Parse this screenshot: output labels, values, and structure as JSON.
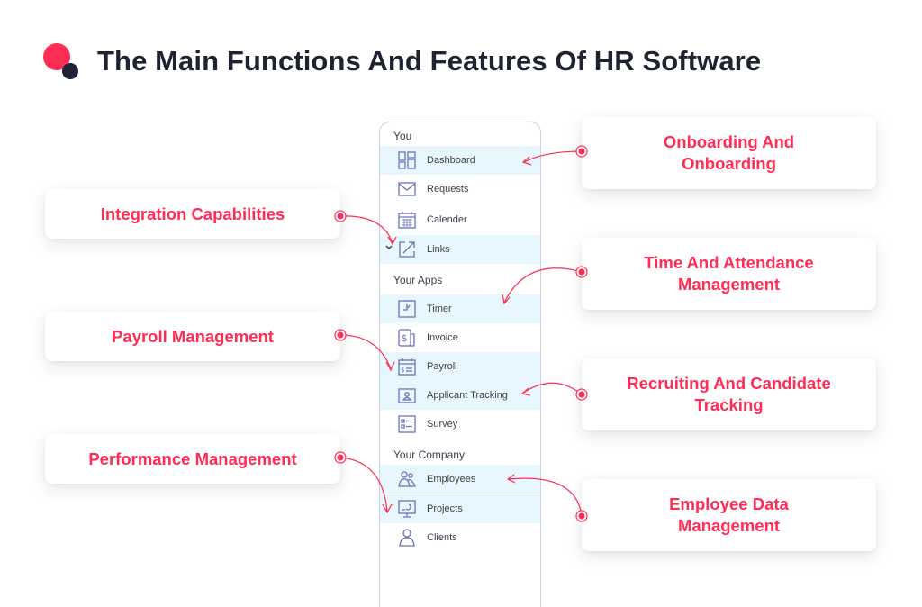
{
  "header": {
    "title": "The Main Functions And Features Of HR Software"
  },
  "colors": {
    "accent": "#ff2d55",
    "dark": "#1d2330",
    "menu_icon": "#6a72b8",
    "highlight_row": "#e8f6fd",
    "menu_border": "#c9cfe6"
  },
  "menu": {
    "sections": [
      {
        "label": "You",
        "items": [
          {
            "label": "Dashboard",
            "icon": "dashboard-grid-icon",
            "highlighted": true
          },
          {
            "label": "Requests",
            "icon": "envelope-icon",
            "highlighted": false
          },
          {
            "label": "Calender",
            "icon": "calendar-icon",
            "highlighted": false
          },
          {
            "label": "Links",
            "icon": "external-link-icon",
            "highlighted": true,
            "expand_chevron": "chevron-down-icon"
          }
        ]
      },
      {
        "label": "Your Apps",
        "items": [
          {
            "label": "Timer",
            "icon": "clock-icon",
            "highlighted": true
          },
          {
            "label": "Invoice",
            "icon": "dollar-document-icon",
            "highlighted": false
          },
          {
            "label": "Payroll",
            "icon": "payroll-calendar-icon",
            "highlighted": true
          },
          {
            "label": "Applicant Tracking",
            "icon": "applicant-card-icon",
            "highlighted": true
          },
          {
            "label": "Survey",
            "icon": "survey-list-icon",
            "highlighted": false
          }
        ]
      },
      {
        "label": "Your Company",
        "items": [
          {
            "label": "Employees",
            "icon": "people-group-icon",
            "highlighted": true
          },
          {
            "label": "Projects",
            "icon": "monitor-chart-icon",
            "highlighted": true
          },
          {
            "label": "Clients",
            "icon": "person-icon",
            "highlighted": false
          }
        ]
      }
    ]
  },
  "features": {
    "left": [
      {
        "label": "Integration Capabilities",
        "points_to": "Links"
      },
      {
        "label": "Payroll Management",
        "points_to": "Payroll"
      },
      {
        "label": "Performance Management",
        "points_to": "Projects"
      }
    ],
    "right": [
      {
        "label": "Onboarding And Onboarding",
        "points_to": "Dashboard"
      },
      {
        "label": "Time And Attendance Management",
        "points_to": "Timer"
      },
      {
        "label": "Recruiting And Candidate Tracking",
        "points_to": "Applicant Tracking"
      },
      {
        "label": "Employee Data Management",
        "points_to": "Employees"
      }
    ]
  }
}
